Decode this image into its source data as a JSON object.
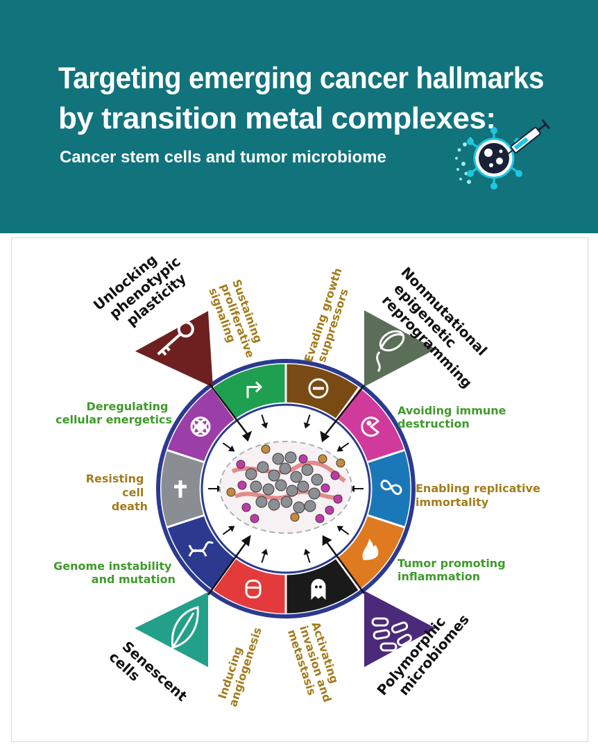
{
  "header": {
    "title_line1": "Targeting emerging cancer hallmarks",
    "title_line2": "by transition metal complexes:",
    "subtitle": "Cancer stem cells and tumor microbiome"
  },
  "colors": {
    "header_bg": "#11737c",
    "ring_border": "#2b3a8f",
    "label_gold": "#a37c1a",
    "label_green": "#3f9a2a",
    "label_black": "#111111"
  },
  "hallmarks": [
    {
      "label": "Sustaining proliferative signaling",
      "icon": "bent-arrow-icon",
      "color": "#1ea050"
    },
    {
      "label": "Evading growth suppressors",
      "icon": "no-entry-icon",
      "color": "#7a4a14"
    },
    {
      "label": "Avoiding immune destruction",
      "icon": "pacman-cell-icon",
      "color": "#d03a9a"
    },
    {
      "label": "Enabling replicative immortality",
      "icon": "infinity-icon",
      "color": "#1a78b8"
    },
    {
      "label": "Tumor promoting inflammation",
      "icon": "flame-icon",
      "color": "#e07a20"
    },
    {
      "label": "Activating invasion and metastasis",
      "icon": "ghost-cell-icon",
      "color": "#1a1a1a"
    },
    {
      "label": "Inducing angiogenesis",
      "icon": "vessel-icon",
      "color": "#e33b3b"
    },
    {
      "label": "Genome instability and mutation",
      "icon": "dna-icon",
      "color": "#2b3a8f"
    },
    {
      "label": "Resisting cell death",
      "icon": "cross-icon",
      "color": "#8a8e93"
    },
    {
      "label": "Deregulating cellular energetics",
      "icon": "atom-icon",
      "color": "#9b3ea8"
    }
  ],
  "emerging": [
    {
      "label": "Unlocking phenotypic plasticity",
      "icon": "key-icon",
      "color": "#6e2020"
    },
    {
      "label": "Nonmutational epigenetic reprogramming",
      "icon": "chromatin-icon",
      "color": "#5b6f58"
    },
    {
      "label": "Polymorphic microbiomes",
      "icon": "bacteria-icon",
      "color": "#4b2a7a"
    },
    {
      "label": "Senescent cells",
      "icon": "leaf-icon",
      "color": "#22a08a"
    }
  ],
  "center_icon": "tumor-microenvironment-icon"
}
